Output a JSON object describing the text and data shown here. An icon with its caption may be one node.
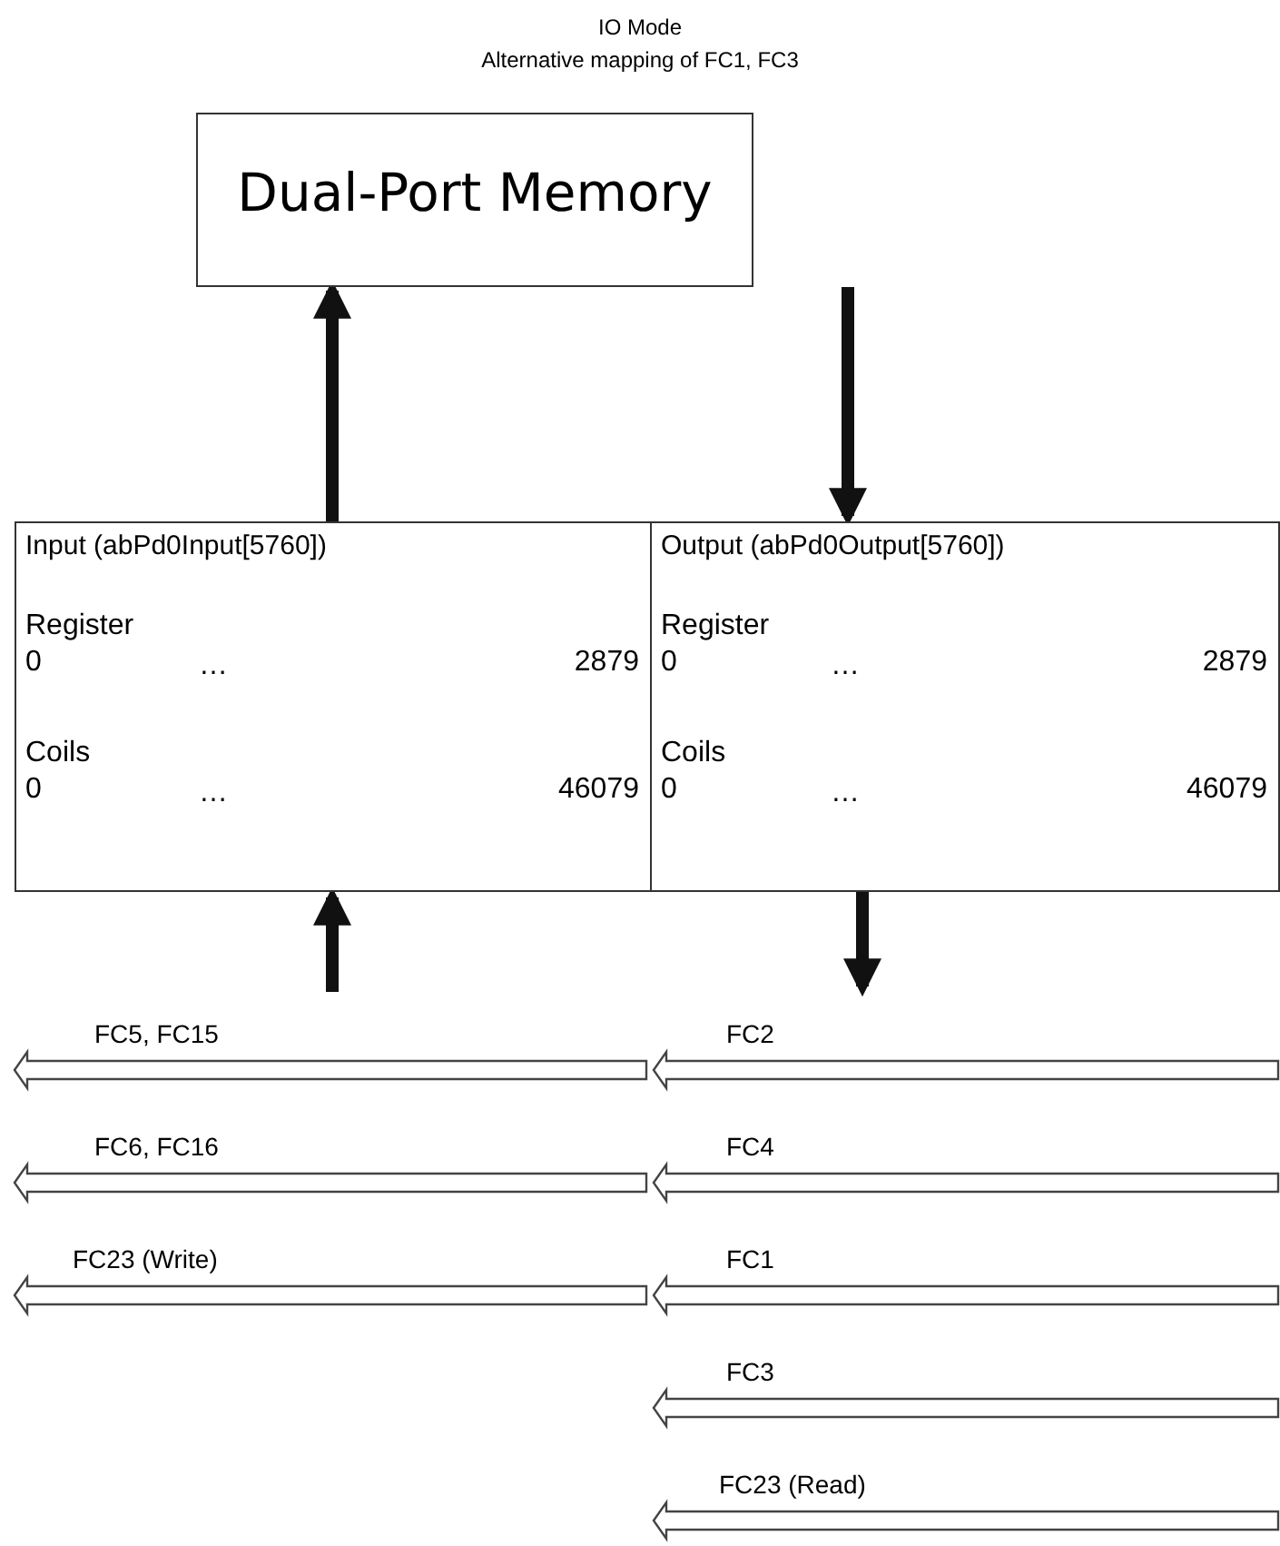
{
  "diagram": {
    "title": "IO Mode",
    "nodes": [
      {
        "text": [
          "Dual-Port Memory"
        ]
      },
      {
        "text": [
          "Input (abPd0Input[5760])",
          "Register",
          "0",
          "…",
          "2879",
          "Coils",
          "0",
          "…",
          "46079"
        ]
      },
      {
        "text": [
          "Output (abPd0Output[5760])",
          "Register",
          "0",
          "…",
          "2879",
          "Coils",
          "0",
          "…",
          "46079"
        ]
      }
    ],
    "edges": [
      {
        "from": 1,
        "to": 0,
        "arrow": "to"
      },
      {
        "from": 0,
        "to": 2,
        "arrow": "to"
      },
      {
        "from": null,
        "to": 1,
        "arrow": "to"
      },
      {
        "from": 2,
        "to": null,
        "arrow": "to"
      }
    ],
    "labels": [
      "Alternative mapping of FC1, FC3",
      "FC5, FC15",
      "FC2",
      "FC6, FC16",
      "FC4",
      "FC23 (Write)",
      "FC1",
      "FC3",
      "FC23 (Read)"
    ]
  }
}
